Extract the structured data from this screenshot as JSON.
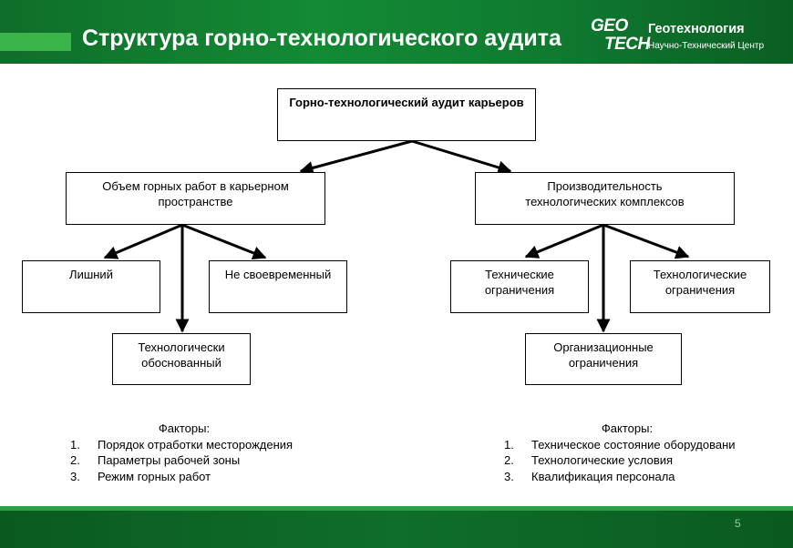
{
  "header": {
    "title": "Структура горно-технологического аудита",
    "logo_top": "GEO",
    "logo_bottom": "TECH",
    "brand_name": "Геотехнология",
    "brand_subtitle": "Научно-Технический Центр"
  },
  "diagram": {
    "root": "Горно-технологический аудит карьеров",
    "left": {
      "title": "Объем горных работ в карьерном пространстве",
      "children": [
        "Лишний",
        "Не своевременный",
        "Технологически обоснованный"
      ]
    },
    "right": {
      "title": "Производительность технологических комплексов",
      "children": [
        "Технические ограничения",
        "Технологические ограничения",
        "Организационные ограничения"
      ]
    }
  },
  "factors_left": {
    "heading": "Факторы:",
    "items": [
      {
        "num": "1.",
        "text": "Порядок отработки месторождения"
      },
      {
        "num": "2.",
        "text": "Параметры рабочей зоны"
      },
      {
        "num": "3.",
        "text": "Режим горных работ"
      }
    ]
  },
  "factors_right": {
    "heading": "Факторы:",
    "items": [
      {
        "num": "1.",
        "text": "Техническое состояние оборудовани"
      },
      {
        "num": "2.",
        "text": "Технологические условия"
      },
      {
        "num": "3.",
        "text": "Квалификация персонала"
      }
    ]
  },
  "footer": {
    "page_number": "5"
  }
}
